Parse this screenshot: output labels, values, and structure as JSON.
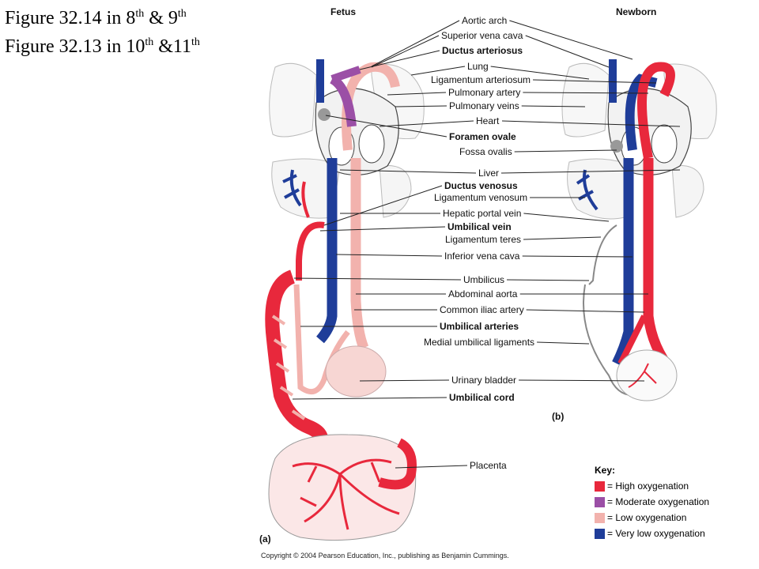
{
  "captions": [
    {
      "prefix": "Figure 32.14 in 8",
      "sup1": "th",
      "mid": " & 9",
      "sup2": "th"
    },
    {
      "prefix": "Figure 32.13 in 10",
      "sup1": "th",
      "mid": " &11",
      "sup2": "th"
    }
  ],
  "headers": {
    "fetus": "Fetus",
    "newborn": "Newborn"
  },
  "labels": [
    {
      "text": "Aortic arch",
      "bold": false
    },
    {
      "text": "Superior vena cava",
      "bold": false
    },
    {
      "text": "Ductus arteriosus",
      "bold": true
    },
    {
      "text": "Lung",
      "bold": false
    },
    {
      "text": "Ligamentum arteriosum",
      "bold": false
    },
    {
      "text": "Pulmonary artery",
      "bold": false
    },
    {
      "text": "Pulmonary veins",
      "bold": false
    },
    {
      "text": "Heart",
      "bold": false
    },
    {
      "text": "Foramen ovale",
      "bold": true
    },
    {
      "text": "Fossa ovalis",
      "bold": false
    },
    {
      "text": "Liver",
      "bold": false
    },
    {
      "text": "Ductus venosus",
      "bold": true
    },
    {
      "text": "Ligamentum venosum",
      "bold": false
    },
    {
      "text": "Hepatic portal vein",
      "bold": false
    },
    {
      "text": "Umbilical vein",
      "bold": true
    },
    {
      "text": "Ligamentum teres",
      "bold": false
    },
    {
      "text": "Inferior vena cava",
      "bold": false
    },
    {
      "text": "Umbilicus",
      "bold": false
    },
    {
      "text": "Abdominal aorta",
      "bold": false
    },
    {
      "text": "Common iliac artery",
      "bold": false
    },
    {
      "text": "Umbilical arteries",
      "bold": true
    },
    {
      "text": "Medial umbilical ligaments",
      "bold": false
    },
    {
      "text": "Urinary bladder",
      "bold": false
    },
    {
      "text": "Umbilical cord",
      "bold": true
    },
    {
      "text": "Placenta",
      "bold": false
    }
  ],
  "panel_labels": {
    "a": "(a)",
    "b": "(b)"
  },
  "key": {
    "title": "Key:",
    "items": [
      {
        "label": "= High oxygenation",
        "color": "#e8283c"
      },
      {
        "label": "= Moderate oxygenation",
        "color": "#9b4fa6"
      },
      {
        "label": "= Low oxygenation",
        "color": "#f2b2ad"
      },
      {
        "label": "= Very low oxygenation",
        "color": "#1f3d99"
      }
    ]
  },
  "copyright": "Copyright © 2004 Pearson Education, Inc., publishing as Benjamin Cummings."
}
